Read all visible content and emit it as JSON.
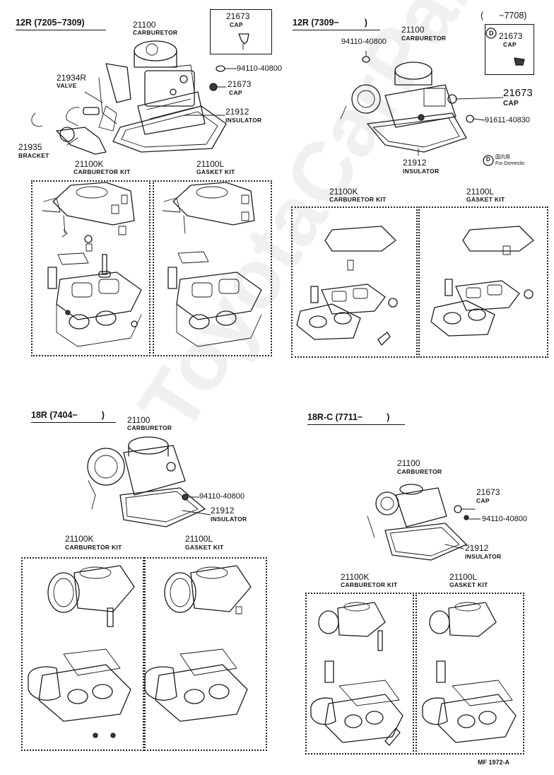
{
  "watermark": "ToyotaCarParts",
  "footer": "MF 1972-A",
  "domestic_mark": {
    "symbol": "D",
    "native": "国内用",
    "text": "For Domestic"
  },
  "sections": [
    {
      "heading_model": "12R",
      "heading_range": "(7205−7309)",
      "callouts": [
        {
          "num": "21100",
          "name": "CARBURETOR"
        },
        {
          "num": "21673",
          "name": "CAP"
        },
        {
          "num": "94110-40800",
          "name": ""
        },
        {
          "num": "21673",
          "name": "CAP"
        },
        {
          "num": "21934R",
          "name": "VALVE"
        },
        {
          "num": "21912",
          "name": "INSULATOR"
        },
        {
          "num": "21935",
          "name": "BRACKET"
        }
      ],
      "kits": [
        {
          "num": "21100K",
          "name": "CARBURETOR KIT"
        },
        {
          "num": "21100L",
          "name": "GASKET KIT"
        }
      ]
    },
    {
      "heading_model": "12R",
      "heading_range": "(7309−",
      "heading_close": ")",
      "callouts": [
        {
          "num": "21100",
          "name": "CARBURETOR"
        },
        {
          "num": "94110-40800",
          "name": ""
        },
        {
          "num": "21673",
          "name": "CAP"
        },
        {
          "num": "91611-40830",
          "name": ""
        },
        {
          "num": "21912",
          "name": "INSULATOR"
        }
      ],
      "inset": {
        "range_open": "(",
        "range_end": "−7708)",
        "num": "21673",
        "name": "CAP"
      },
      "kits": [
        {
          "num": "21100K",
          "name": "CARBURETOR KIT"
        },
        {
          "num": "21100L",
          "name": "GASKET KIT"
        }
      ]
    },
    {
      "heading_model": "18R",
      "heading_range": "(7404−",
      "heading_close": ")",
      "callouts": [
        {
          "num": "21100",
          "name": "CARBURETOR"
        },
        {
          "num": "94110-40800",
          "name": ""
        },
        {
          "num": "21912",
          "name": "INSULATOR"
        }
      ],
      "kits": [
        {
          "num": "21100K",
          "name": "CARBURETOR KIT"
        },
        {
          "num": "21100L",
          "name": "GASKET KIT"
        }
      ]
    },
    {
      "heading_model": "18R-C",
      "heading_range": "(7711−",
      "heading_close": ")",
      "callouts": [
        {
          "num": "21100",
          "name": "CARBURETOR"
        },
        {
          "num": "21673",
          "name": "CAP"
        },
        {
          "num": "94110-40800",
          "name": ""
        },
        {
          "num": "21912",
          "name": "INSULATOR"
        }
      ],
      "kits": [
        {
          "num": "21100K",
          "name": "CARBURETOR KIT"
        },
        {
          "num": "21100L",
          "name": "GASKET KIT"
        }
      ]
    }
  ]
}
